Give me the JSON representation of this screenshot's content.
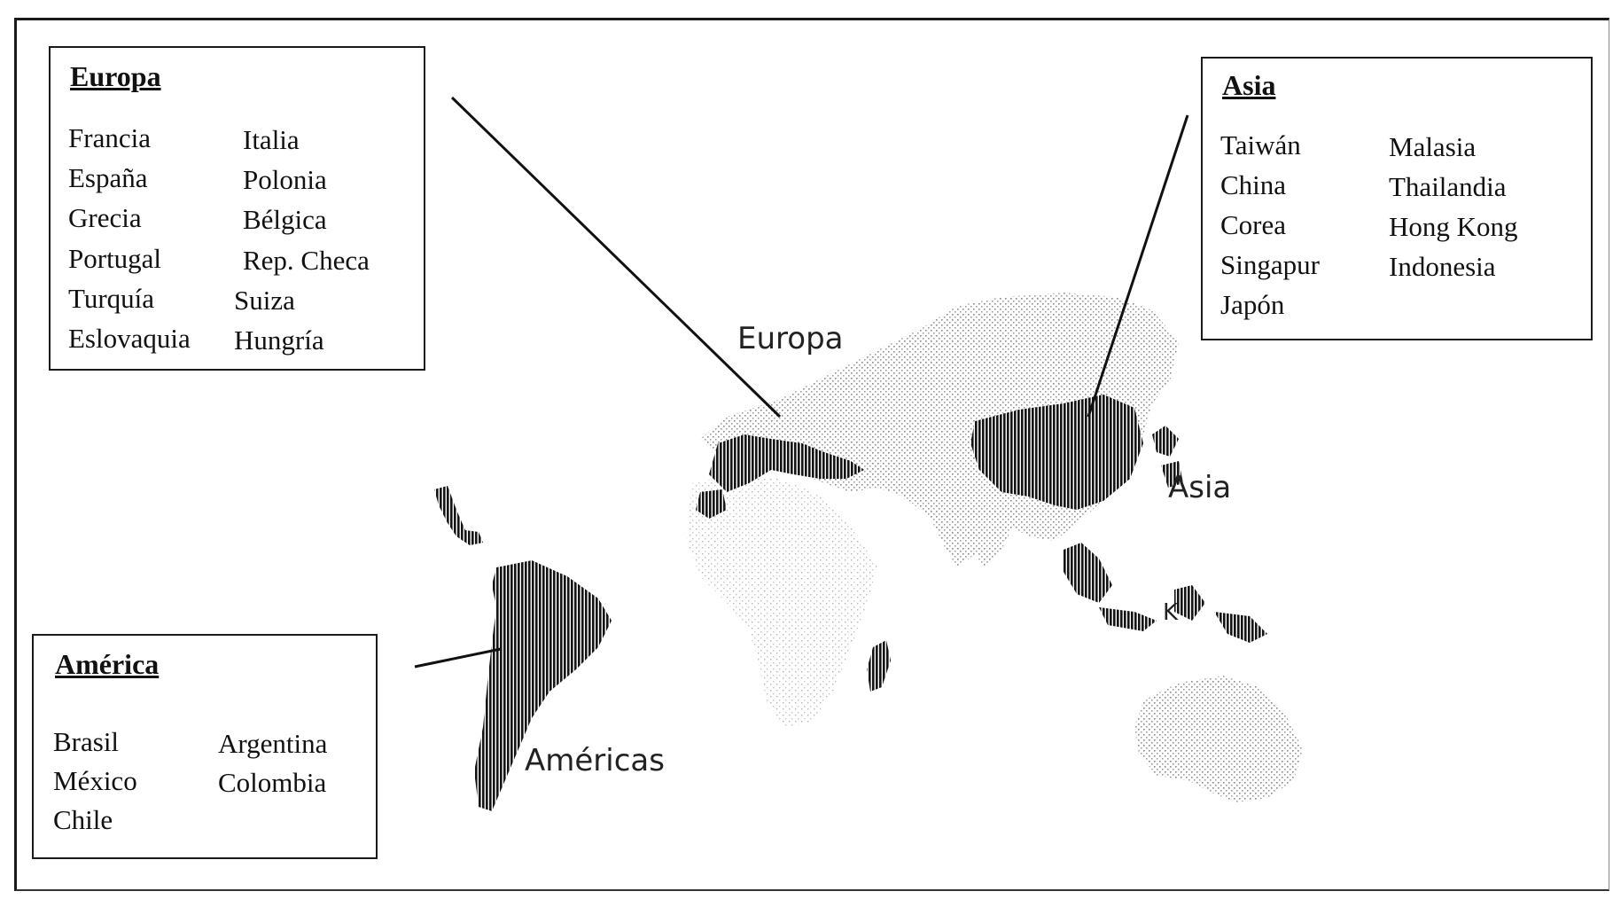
{
  "map_labels": {
    "europe": "Europa",
    "asia": "Asia",
    "americas": "Américas",
    "marker_k": "K"
  },
  "legends": {
    "europe": {
      "title": "Europa",
      "countries": [
        "Francia",
        "España",
        "Grecia",
        "Portugal",
        "Turquía",
        "Eslovaquia",
        "Italia",
        "Polonia",
        "Bélgica",
        "Rep. Checa",
        "Suiza",
        "Hungría"
      ]
    },
    "asia": {
      "title": "Asia",
      "countries": [
        "Taiwán",
        "China",
        "Corea",
        "Singapur",
        "Japón",
        "Malasia",
        "Thailandia",
        "Hong Kong",
        "Indonesia"
      ]
    },
    "america": {
      "title": "América",
      "countries": [
        "Brasil",
        "México",
        "Chile",
        "Argentina",
        "Colombia"
      ]
    }
  },
  "colors": {
    "highlighted_region": "#1a1a1a",
    "land_stipple": "#9a9a9a",
    "border": "#1a1a1a"
  }
}
